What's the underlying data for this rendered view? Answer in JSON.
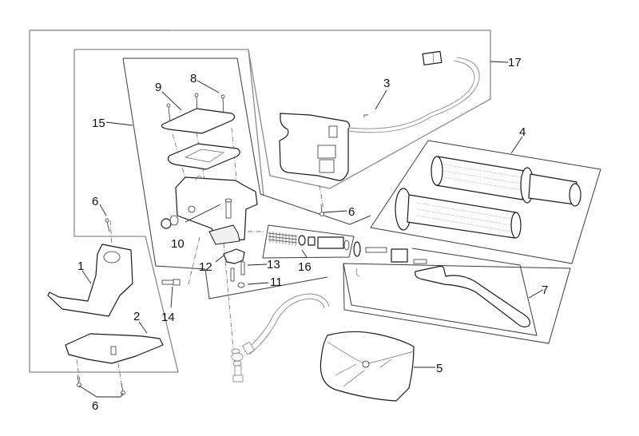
{
  "diagram": {
    "title": "Handlebar right control assembly - exploded parts view",
    "type": "exploded-parts-diagram",
    "colors": {
      "background": "#ffffff",
      "line": "#1a1a1a",
      "frame": "#8a8a8a"
    },
    "callouts": [
      {
        "id": "c1",
        "label": "1",
        "part": "lower switch housing cover"
      },
      {
        "id": "c2",
        "label": "2",
        "part": "bottom cover plate"
      },
      {
        "id": "c3",
        "label": "3",
        "part": "switch button"
      },
      {
        "id": "c4",
        "label": "4",
        "part": "handlebar grips pair"
      },
      {
        "id": "c5",
        "label": "5",
        "part": "reservoir protective cover"
      },
      {
        "id": "c6a",
        "label": "6",
        "part": "screw"
      },
      {
        "id": "c6b",
        "label": "6",
        "part": "screw"
      },
      {
        "id": "c6c",
        "label": "6",
        "part": "screws"
      },
      {
        "id": "c7",
        "label": "7",
        "part": "brake lever"
      },
      {
        "id": "c8",
        "label": "8",
        "part": "reservoir cap screws"
      },
      {
        "id": "c9",
        "label": "9",
        "part": "reservoir cap"
      },
      {
        "id": "c10",
        "label": "10",
        "part": "pivot bolt"
      },
      {
        "id": "c11",
        "label": "11",
        "part": "nut"
      },
      {
        "id": "c12",
        "label": "12",
        "part": "clamp half"
      },
      {
        "id": "c13",
        "label": "13",
        "part": "clamp screws"
      },
      {
        "id": "c14",
        "label": "14",
        "part": "bleeder valve"
      },
      {
        "id": "c15",
        "label": "15",
        "part": "master cylinder assembly"
      },
      {
        "id": "c16",
        "label": "16",
        "part": "piston kit"
      },
      {
        "id": "c17",
        "label": "17",
        "part": "switch housing with wiring"
      }
    ],
    "groups": [
      {
        "name": "outer-frame",
        "contains": [
          "1",
          "2",
          "6",
          "15"
        ]
      },
      {
        "name": "master-cylinder-frame",
        "label": "15"
      },
      {
        "name": "switch-housing-frame",
        "label": "17"
      },
      {
        "name": "grips-frame",
        "label": "4"
      },
      {
        "name": "piston-kit-frame",
        "label": "16"
      },
      {
        "name": "lever-frame",
        "label": "7"
      }
    ]
  }
}
